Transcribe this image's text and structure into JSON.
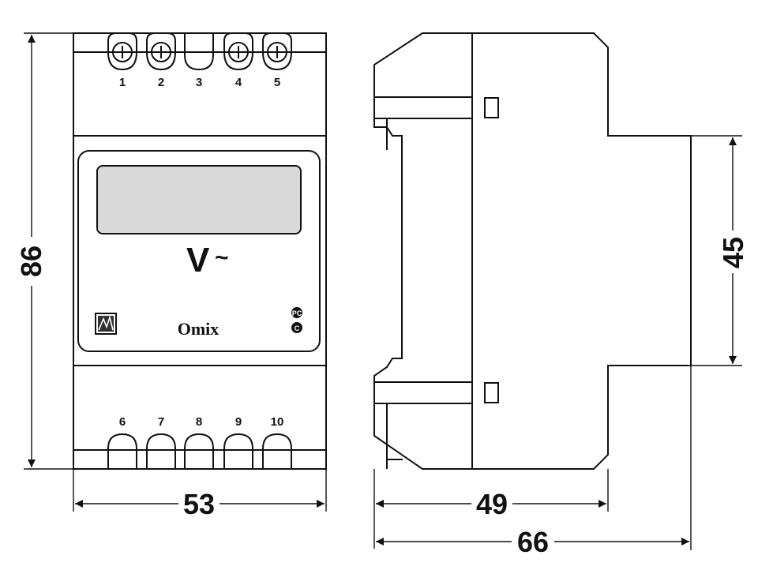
{
  "front_view": {
    "top_terminals": [
      "1",
      "2",
      "3",
      "4",
      "5"
    ],
    "bottom_terminals": [
      "6",
      "7",
      "8",
      "9",
      "10"
    ],
    "unit_label": "V",
    "unit_suffix": "~",
    "brand": "Omix",
    "cert_marks": [
      "PC",
      "C"
    ]
  },
  "dimensions": {
    "height": "86",
    "width": "53",
    "depth_body": "49",
    "depth_total": "66",
    "front_height": "45"
  }
}
